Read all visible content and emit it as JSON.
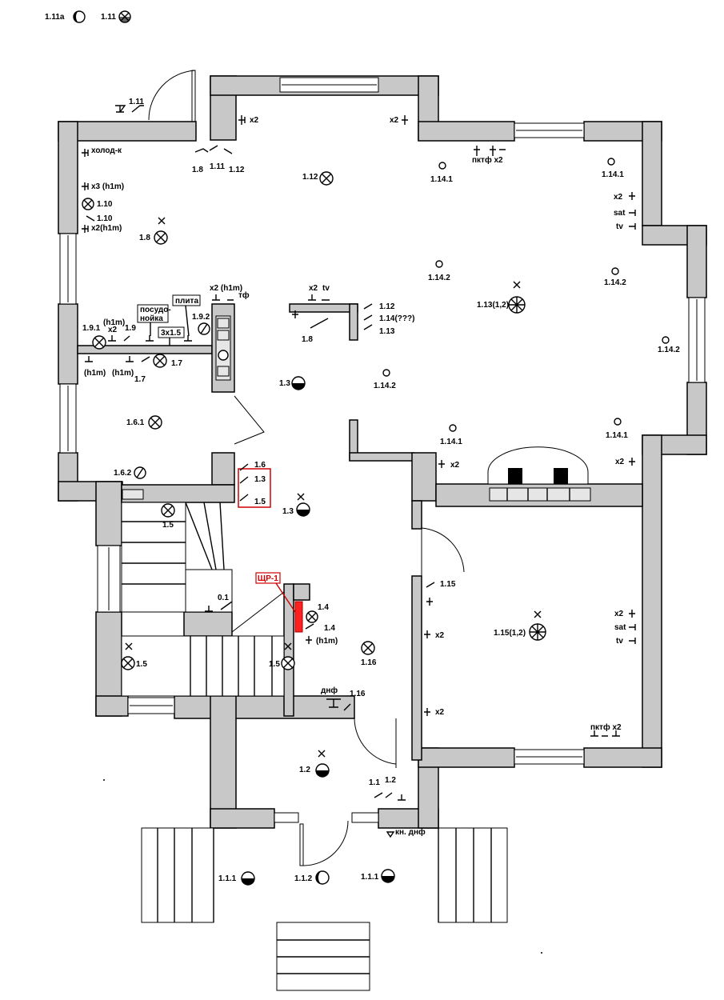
{
  "legend": [
    "1.11a",
    "1.11"
  ],
  "kitchen_boxes": [
    "посудо-",
    "нойка",
    "плита",
    "3x1.5"
  ],
  "labels": [
    "1.11",
    "x2",
    "x2",
    "пктф x2",
    "1.8",
    "1.11",
    "1.12",
    "холод-к",
    "x3 (h1m)",
    "1.10",
    "1.10",
    "x2(h1m)",
    "1.12",
    "1.14.1",
    "1.14.1",
    "x2",
    "sat",
    "tv",
    "1.8",
    "1.14.2",
    "1.14.2",
    "1.13(1,2)",
    "1.14.2",
    "x2 (h1m)",
    "тф",
    "x2",
    "tv",
    "1.12",
    "1.14(???)",
    "1.13",
    "1.8",
    "1.9.1",
    "(h1m)",
    "x2",
    "1.9",
    "1.9.2",
    "(h1m)",
    "(h1m)",
    "1.7",
    "1.7",
    "1.3",
    "1.14.2",
    "1.6.1",
    "1.14.1",
    "1.14.1",
    "x2",
    "x2",
    "1.6",
    "1.3",
    "1.5",
    "1.6.2",
    "1.5",
    "1.3",
    "ЩР-1",
    "1.15",
    "0.1",
    "1.4",
    "1.4",
    "(h1m)",
    "x2",
    "x2",
    "sat",
    "tv",
    "1.15(1,2)",
    "1.5",
    "1.5",
    "1.16",
    "днф",
    "1.16",
    "x2",
    "пктф x2",
    "1.2",
    "1.1",
    "1.2",
    "кн. днф",
    "1.1.1",
    "1.1.2",
    "1.1.1"
  ]
}
